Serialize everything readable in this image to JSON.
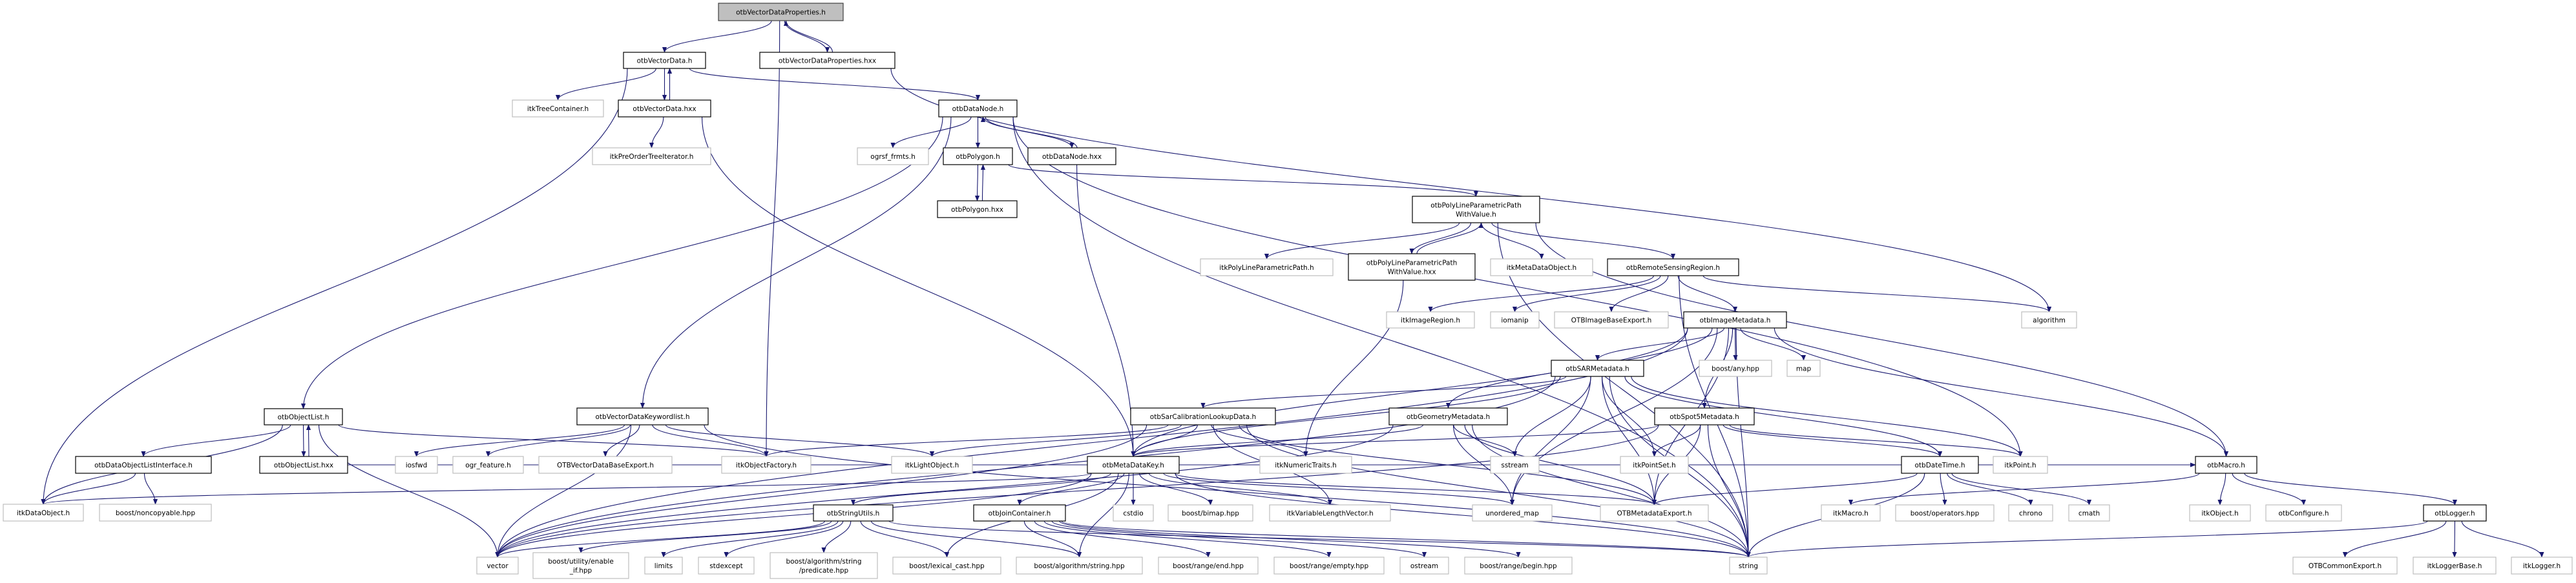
{
  "colors": {
    "edge": "#191970",
    "root_fill": "#bfbfbf",
    "documented_border": "#000000",
    "external_border": "#bfbfbf"
  },
  "graph": {
    "root": "root",
    "nodes": [
      {
        "id": "root",
        "label": "otbVectorDataProperties.h",
        "kind": "root"
      },
      {
        "id": "vd",
        "label": "otbVectorData.h",
        "kind": "doc"
      },
      {
        "id": "vdph",
        "label": "otbVectorDataProperties.hxx",
        "kind": "doc"
      },
      {
        "id": "tree",
        "label": "itkTreeContainer.h",
        "kind": "ext"
      },
      {
        "id": "vdx",
        "label": "otbVectorData.hxx",
        "kind": "doc"
      },
      {
        "id": "dn",
        "label": "otbDataNode.h",
        "kind": "doc"
      },
      {
        "id": "preo",
        "label": "itkPreOrderTreeIterator.h",
        "kind": "ext"
      },
      {
        "id": "ogrsf",
        "label": "ogrsf_frmts.h",
        "kind": "ext"
      },
      {
        "id": "poly",
        "label": "otbPolygon.h",
        "kind": "doc"
      },
      {
        "id": "dnx",
        "label": "otbDataNode.hxx",
        "kind": "doc"
      },
      {
        "id": "polyx",
        "label": "otbPolygon.hxx",
        "kind": "doc"
      },
      {
        "id": "plp",
        "label": "otbPolyLineParametricPath\nWithValue.h",
        "kind": "doc"
      },
      {
        "id": "itkplp",
        "label": "itkPolyLineParametricPath.h",
        "kind": "ext"
      },
      {
        "id": "plpx",
        "label": "otbPolyLineParametricPath\nWithValue.hxx",
        "kind": "doc"
      },
      {
        "id": "mdo",
        "label": "itkMetaDataObject.h",
        "kind": "ext"
      },
      {
        "id": "rsr",
        "label": "otbRemoteSensingRegion.h",
        "kind": "doc"
      },
      {
        "id": "imgreg",
        "label": "itkImageRegion.h",
        "kind": "ext"
      },
      {
        "id": "iomanip",
        "label": "iomanip",
        "kind": "ext"
      },
      {
        "id": "ibexp",
        "label": "OTBImageBaseExport.h",
        "kind": "ext"
      },
      {
        "id": "imd",
        "label": "otbImageMetadata.h",
        "kind": "doc"
      },
      {
        "id": "algorithm",
        "label": "algorithm",
        "kind": "ext"
      },
      {
        "id": "sar",
        "label": "otbSARMetadata.h",
        "kind": "doc"
      },
      {
        "id": "any",
        "label": "boost/any.hpp",
        "kind": "ext"
      },
      {
        "id": "map",
        "label": "map",
        "kind": "ext"
      },
      {
        "id": "ol",
        "label": "otbObjectList.h",
        "kind": "doc"
      },
      {
        "id": "vdk",
        "label": "otbVectorDataKeywordlist.h",
        "kind": "doc"
      },
      {
        "id": "sarcal",
        "label": "otbSarCalibrationLookupData.h",
        "kind": "doc"
      },
      {
        "id": "geom",
        "label": "otbGeometryMetadata.h",
        "kind": "doc"
      },
      {
        "id": "spot5",
        "label": "otbSpot5Metadata.h",
        "kind": "doc"
      },
      {
        "id": "doli",
        "label": "otbDataObjectListInterface.h",
        "kind": "doc"
      },
      {
        "id": "olx",
        "label": "otbObjectList.hxx",
        "kind": "doc"
      },
      {
        "id": "iosfwd",
        "label": "iosfwd",
        "kind": "ext"
      },
      {
        "id": "ogrf",
        "label": "ogr_feature.h",
        "kind": "ext"
      },
      {
        "id": "vdbexp",
        "label": "OTBVectorDataBaseExport.h",
        "kind": "ext"
      },
      {
        "id": "objf",
        "label": "itkObjectFactory.h",
        "kind": "ext"
      },
      {
        "id": "light",
        "label": "itkLightObject.h",
        "kind": "ext"
      },
      {
        "id": "mdk",
        "label": "otbMetaDataKey.h",
        "kind": "doc"
      },
      {
        "id": "numt",
        "label": "itkNumericTraits.h",
        "kind": "ext"
      },
      {
        "id": "sstream",
        "label": "sstream",
        "kind": "ext"
      },
      {
        "id": "ptset",
        "label": "itkPointSet.h",
        "kind": "ext"
      },
      {
        "id": "dt",
        "label": "otbDateTime.h",
        "kind": "doc"
      },
      {
        "id": "itkpoint",
        "label": "itkPoint.h",
        "kind": "ext"
      },
      {
        "id": "macro",
        "label": "otbMacro.h",
        "kind": "doc"
      },
      {
        "id": "dobj",
        "label": "itkDataObject.h",
        "kind": "ext"
      },
      {
        "id": "noncp",
        "label": "boost/noncopyable.hpp",
        "kind": "ext"
      },
      {
        "id": "su",
        "label": "otbStringUtils.h",
        "kind": "doc"
      },
      {
        "id": "jc",
        "label": "otbJoinContainer.h",
        "kind": "doc"
      },
      {
        "id": "cstdio",
        "label": "cstdio",
        "kind": "ext"
      },
      {
        "id": "bimap",
        "label": "boost/bimap.hpp",
        "kind": "ext"
      },
      {
        "id": "vlv",
        "label": "itkVariableLengthVector.h",
        "kind": "ext"
      },
      {
        "id": "umap",
        "label": "unordered_map",
        "kind": "ext"
      },
      {
        "id": "mdexp",
        "label": "OTBMetadataExport.h",
        "kind": "ext"
      },
      {
        "id": "itkmacro",
        "label": "itkMacro.h",
        "kind": "ext"
      },
      {
        "id": "ops",
        "label": "boost/operators.hpp",
        "kind": "ext"
      },
      {
        "id": "chrono",
        "label": "chrono",
        "kind": "ext"
      },
      {
        "id": "cmath",
        "label": "cmath",
        "kind": "ext"
      },
      {
        "id": "itkobj",
        "label": "itkObject.h",
        "kind": "ext"
      },
      {
        "id": "conf",
        "label": "otbConfigure.h",
        "kind": "ext"
      },
      {
        "id": "logger",
        "label": "otbLogger.h",
        "kind": "doc"
      },
      {
        "id": "vector",
        "label": "vector",
        "kind": "ext"
      },
      {
        "id": "enableif",
        "label": "boost/utility/enable\n_if.hpp",
        "kind": "ext"
      },
      {
        "id": "limits",
        "label": "limits",
        "kind": "ext"
      },
      {
        "id": "stdexcept",
        "label": "stdexcept",
        "kind": "ext"
      },
      {
        "id": "pred",
        "label": "boost/algorithm/string\n/predicate.hpp",
        "kind": "ext"
      },
      {
        "id": "lexcast",
        "label": "boost/lexical_cast.hpp",
        "kind": "ext"
      },
      {
        "id": "algstr",
        "label": "boost/algorithm/string.hpp",
        "kind": "ext"
      },
      {
        "id": "rend",
        "label": "boost/range/end.hpp",
        "kind": "ext"
      },
      {
        "id": "rempty",
        "label": "boost/range/empty.hpp",
        "kind": "ext"
      },
      {
        "id": "ostream",
        "label": "ostream",
        "kind": "ext"
      },
      {
        "id": "rbegin",
        "label": "boost/range/begin.hpp",
        "kind": "ext"
      },
      {
        "id": "string",
        "label": "string",
        "kind": "ext"
      },
      {
        "id": "commonexp",
        "label": "OTBCommonExport.h",
        "kind": "ext"
      },
      {
        "id": "loggerbase",
        "label": "itkLoggerBase.h",
        "kind": "ext"
      },
      {
        "id": "itklogger",
        "label": "itkLogger.h",
        "kind": "ext"
      }
    ],
    "edges": [
      [
        "root",
        "vd"
      ],
      [
        "root",
        "objf"
      ],
      [
        "root",
        "vdph"
      ],
      [
        "vdph",
        "root"
      ],
      [
        "vdph",
        "algorithm"
      ],
      [
        "vd",
        "dobj"
      ],
      [
        "vd",
        "tree"
      ],
      [
        "vd",
        "vdx"
      ],
      [
        "vd",
        "dn"
      ],
      [
        "vdx",
        "vd"
      ],
      [
        "vdx",
        "preo"
      ],
      [
        "vdx",
        "mdk"
      ],
      [
        "dn",
        "ol"
      ],
      [
        "dn",
        "vdk"
      ],
      [
        "dn",
        "ogrsf"
      ],
      [
        "dn",
        "poly"
      ],
      [
        "dn",
        "dnx"
      ],
      [
        "dn",
        "itkpoint"
      ],
      [
        "dn",
        "string"
      ],
      [
        "dnx",
        "dn"
      ],
      [
        "dnx",
        "mdk"
      ],
      [
        "poly",
        "polyx"
      ],
      [
        "poly",
        "plp"
      ],
      [
        "polyx",
        "poly"
      ],
      [
        "plp",
        "itkplp"
      ],
      [
        "plp",
        "plpx"
      ],
      [
        "plp",
        "mdo"
      ],
      [
        "plp",
        "rsr"
      ],
      [
        "plp",
        "macro"
      ],
      [
        "plp",
        "string"
      ],
      [
        "plpx",
        "plp"
      ],
      [
        "plpx",
        "numt"
      ],
      [
        "rsr",
        "imgreg"
      ],
      [
        "rsr",
        "iomanip"
      ],
      [
        "rsr",
        "ibexp"
      ],
      [
        "rsr",
        "imd"
      ],
      [
        "rsr",
        "algorithm"
      ],
      [
        "rsr",
        "string"
      ],
      [
        "imd",
        "sar"
      ],
      [
        "imd",
        "any"
      ],
      [
        "imd",
        "map"
      ],
      [
        "imd",
        "geom"
      ],
      [
        "imd",
        "spot5"
      ],
      [
        "imd",
        "mdk"
      ],
      [
        "imd",
        "vector"
      ],
      [
        "imd",
        "string"
      ],
      [
        "imd",
        "mdexp"
      ],
      [
        "imd",
        "umap"
      ],
      [
        "imd",
        "macro"
      ],
      [
        "sar",
        "sarcal"
      ],
      [
        "sar",
        "mdk"
      ],
      [
        "sar",
        "vector"
      ],
      [
        "sar",
        "sstream"
      ],
      [
        "sar",
        "umap"
      ],
      [
        "sar",
        "mdexp"
      ],
      [
        "sar",
        "ptset"
      ],
      [
        "sar",
        "dt"
      ],
      [
        "sar",
        "itkpoint"
      ],
      [
        "sar",
        "string"
      ],
      [
        "sarcal",
        "mdk"
      ],
      [
        "sarcal",
        "light"
      ],
      [
        "sarcal",
        "objf"
      ],
      [
        "sarcal",
        "numt"
      ],
      [
        "sarcal",
        "vlv"
      ],
      [
        "sarcal",
        "mdexp"
      ],
      [
        "sarcal",
        "vector"
      ],
      [
        "sarcal",
        "string"
      ],
      [
        "geom",
        "mdk"
      ],
      [
        "geom",
        "sstream"
      ],
      [
        "geom",
        "umap"
      ],
      [
        "geom",
        "mdexp"
      ],
      [
        "geom",
        "string"
      ],
      [
        "geom",
        "vector"
      ],
      [
        "spot5",
        "mdk"
      ],
      [
        "spot5",
        "ptset"
      ],
      [
        "spot5",
        "mdexp"
      ],
      [
        "spot5",
        "string"
      ],
      [
        "spot5",
        "dt"
      ],
      [
        "spot5",
        "itkpoint"
      ],
      [
        "spot5",
        "vector"
      ],
      [
        "dt",
        "mdexp"
      ],
      [
        "dt",
        "string"
      ],
      [
        "dt",
        "ops"
      ],
      [
        "dt",
        "chrono"
      ],
      [
        "dt",
        "cmath"
      ],
      [
        "macro",
        "itkmacro"
      ],
      [
        "macro",
        "itkobj"
      ],
      [
        "macro",
        "conf"
      ],
      [
        "macro",
        "logger"
      ],
      [
        "logger",
        "commonexp"
      ],
      [
        "logger",
        "loggerbase"
      ],
      [
        "logger",
        "itklogger"
      ],
      [
        "logger",
        "string"
      ],
      [
        "mdk",
        "su"
      ],
      [
        "mdk",
        "jc"
      ],
      [
        "mdk",
        "cstdio"
      ],
      [
        "mdk",
        "bimap"
      ],
      [
        "mdk",
        "vlv"
      ],
      [
        "mdk",
        "mdexp"
      ],
      [
        "mdk",
        "umap"
      ],
      [
        "mdk",
        "string"
      ],
      [
        "mdk",
        "vector"
      ],
      [
        "mdk",
        "lexcast"
      ],
      [
        "mdk",
        "algstr"
      ],
      [
        "mdk",
        "dobj"
      ],
      [
        "su",
        "vector"
      ],
      [
        "su",
        "enableif"
      ],
      [
        "su",
        "limits"
      ],
      [
        "su",
        "stdexcept"
      ],
      [
        "su",
        "pred"
      ],
      [
        "su",
        "lexcast"
      ],
      [
        "su",
        "algstr"
      ],
      [
        "su",
        "string"
      ],
      [
        "jc",
        "algstr"
      ],
      [
        "jc",
        "rend"
      ],
      [
        "jc",
        "rempty"
      ],
      [
        "jc",
        "rbegin"
      ],
      [
        "jc",
        "ostream"
      ],
      [
        "jc",
        "string"
      ],
      [
        "ol",
        "dobj"
      ],
      [
        "ol",
        "doli"
      ],
      [
        "ol",
        "olx"
      ],
      [
        "ol",
        "vector"
      ],
      [
        "ol",
        "objf"
      ],
      [
        "olx",
        "ol"
      ],
      [
        "olx",
        "macro"
      ],
      [
        "doli",
        "dobj"
      ],
      [
        "doli",
        "noncp"
      ],
      [
        "vdk",
        "vector"
      ],
      [
        "vdk",
        "iosfwd"
      ],
      [
        "vdk",
        "ogrf"
      ],
      [
        "vdk",
        "vdbexp"
      ],
      [
        "vdk",
        "objf"
      ],
      [
        "vdk",
        "light"
      ],
      [
        "vdk",
        "string"
      ]
    ]
  }
}
